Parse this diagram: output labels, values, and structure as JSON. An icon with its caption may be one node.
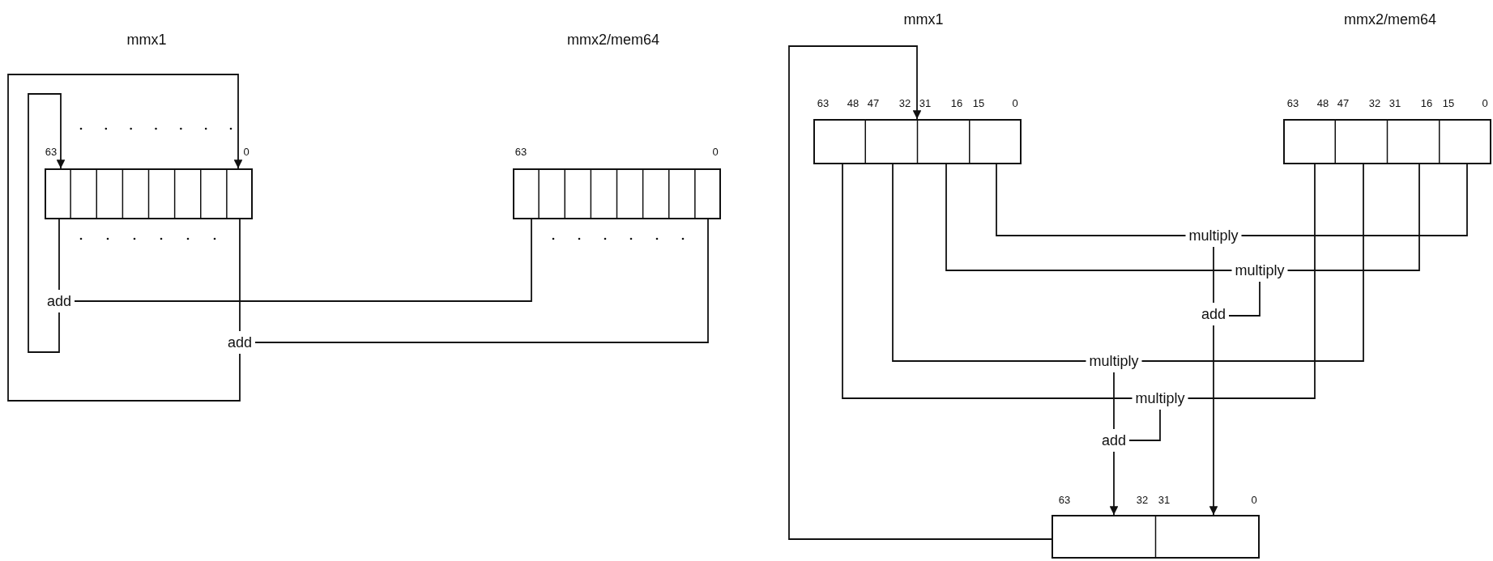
{
  "diagram": {
    "nodes": [
      {
        "text": [],
        "shape": "box"
      },
      {
        "text": [],
        "shape": "box"
      },
      {
        "text": [
          "add"
        ]
      },
      {
        "text": [
          "add"
        ]
      },
      {
        "text": [],
        "shape": "box"
      },
      {
        "text": [],
        "shape": "box"
      },
      {
        "text": [
          "multiply"
        ]
      },
      {
        "text": [
          "multiply"
        ]
      },
      {
        "text": [
          "add"
        ]
      },
      {
        "text": [
          "multiply"
        ]
      },
      {
        "text": [
          "multiply"
        ]
      },
      {
        "text": [
          "add"
        ]
      },
      {
        "text": [],
        "shape": "box"
      }
    ],
    "edges": [
      {
        "from": 0,
        "to": 2,
        "arrow": "none"
      },
      {
        "from": 1,
        "to": 2,
        "arrow": "none"
      },
      {
        "from": 0,
        "to": 3,
        "arrow": "none"
      },
      {
        "from": 1,
        "to": 3,
        "arrow": "none"
      },
      {
        "from": 2,
        "to": 0,
        "arrow": "to"
      },
      {
        "from": 3,
        "to": 0,
        "arrow": "to"
      },
      {
        "from": 4,
        "to": 6,
        "arrow": "none"
      },
      {
        "from": 5,
        "to": 6,
        "arrow": "none"
      },
      {
        "from": 4,
        "to": 7,
        "arrow": "none"
      },
      {
        "from": 5,
        "to": 7,
        "arrow": "none"
      },
      {
        "from": 6,
        "to": 8,
        "arrow": "none"
      },
      {
        "from": 7,
        "to": 8,
        "arrow": "none"
      },
      {
        "from": 4,
        "to": 9,
        "arrow": "none"
      },
      {
        "from": 5,
        "to": 9,
        "arrow": "none"
      },
      {
        "from": 4,
        "to": 10,
        "arrow": "none"
      },
      {
        "from": 5,
        "to": 10,
        "arrow": "none"
      },
      {
        "from": 9,
        "to": 11,
        "arrow": "none"
      },
      {
        "from": 10,
        "to": 11,
        "arrow": "none"
      },
      {
        "from": 11,
        "to": 12,
        "arrow": "to"
      },
      {
        "from": 8,
        "to": 12,
        "arrow": "to"
      },
      {
        "from": 12,
        "to": 4,
        "arrow": "to"
      }
    ],
    "labels": [
      "mmx1",
      "mmx2/mem64",
      "mmx1",
      "mmx2/mem64",
      "63",
      "0",
      "63",
      "0",
      "63",
      "48",
      "47",
      "32",
      "31",
      "16",
      "15",
      "0",
      "63",
      "48",
      "47",
      "32",
      "31",
      "16",
      "15",
      "0",
      "63",
      "32",
      "31",
      "0"
    ]
  }
}
